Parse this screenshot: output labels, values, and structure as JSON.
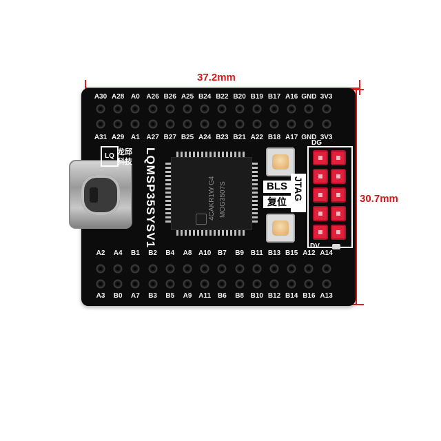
{
  "dimensions": {
    "width_label": "37.2mm",
    "height_label": "30.7mm"
  },
  "board": {
    "model": "LQMSP35SYSV1",
    "brand_cn_line1": "龙邱",
    "brand_cn_line2": "科技",
    "logo_glyph": "LQ",
    "bls_label": "BLS",
    "reset_label": "复位",
    "jtag_label": "JTAG",
    "dg_label": "DG",
    "dv_label": "DV",
    "chip_line1": "4CAKR1W G4",
    "chip_line2": "MOG3507S"
  },
  "top_row_outer": [
    "A30",
    "A28",
    "A0",
    "A26",
    "B26",
    "A25",
    "B24",
    "B22",
    "B20",
    "B19",
    "B17",
    "A16",
    "GND",
    "3V3"
  ],
  "top_row_inner": [
    "A31",
    "A29",
    "A1",
    "A27",
    "B27",
    "B25",
    "A24",
    "B23",
    "B21",
    "A22",
    "B18",
    "A17",
    "GND",
    "3V3"
  ],
  "bottom_row_inner": [
    "A2",
    "A4",
    "B1",
    "B2",
    "B4",
    "A8",
    "A10",
    "B7",
    "B9",
    "B11",
    "B13",
    "B15",
    "A12",
    "A14"
  ],
  "bottom_row_outer": [
    "A3",
    "B0",
    "A7",
    "B3",
    "B5",
    "A9",
    "A11",
    "B6",
    "B8",
    "B10",
    "B12",
    "B14",
    "B16",
    "A13"
  ],
  "colors": {
    "board": "#0c0c0c",
    "dimension": "#e0201c",
    "header": "#e0203a"
  }
}
